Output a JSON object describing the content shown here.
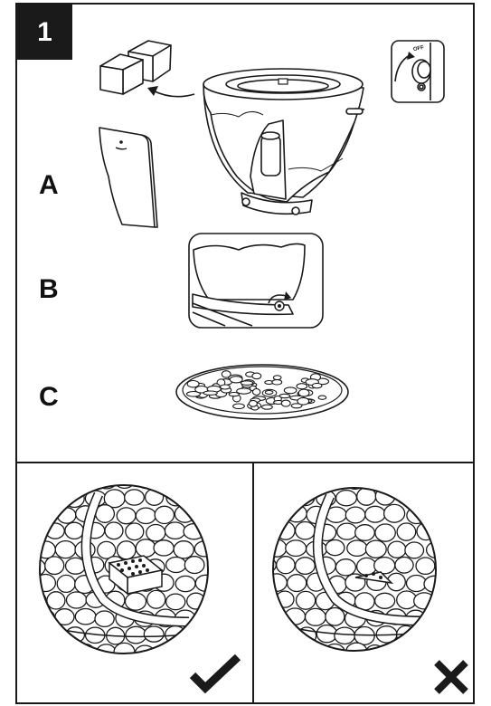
{
  "step": {
    "number": "1"
  },
  "sections": [
    {
      "letter": "A"
    },
    {
      "letter": "B"
    },
    {
      "letter": "C"
    }
  ],
  "knob": {
    "label": "OFF"
  },
  "verdicts": [
    {
      "mark": "check-icon",
      "meaning": "correct"
    },
    {
      "mark": "cross-icon",
      "meaning": "incorrect"
    }
  ],
  "colors": {
    "ink": "#1a1a1a",
    "paper": "#ffffff"
  }
}
